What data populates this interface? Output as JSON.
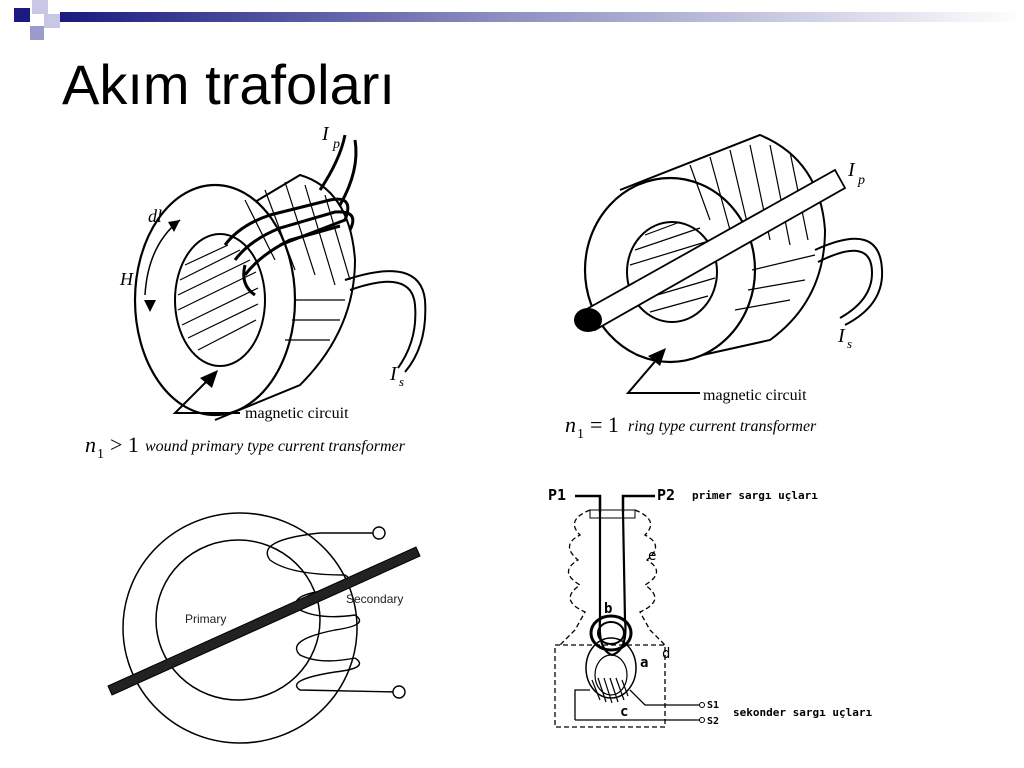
{
  "slide": {
    "title": "Akım trafoları",
    "accent": "#1a1a80"
  },
  "fig1": {
    "label_ip": "I",
    "label_ip_sub": "p",
    "label_dl": "dl",
    "label_h": "H",
    "label_is": "I",
    "label_is_sub": "s",
    "magnetic": "magnetic circuit",
    "cap_n": "n",
    "cap_n_sub": "1",
    "cap_rel": "> 1",
    "cap_text": "wound primary type current transformer"
  },
  "fig2": {
    "label_ip": "I",
    "label_ip_sub": "p",
    "label_is": "I",
    "label_is_sub": "s",
    "magnetic": "magnetic circuit",
    "cap_n": "n",
    "cap_n_sub": "1",
    "cap_rel": "= 1",
    "cap_text": "ring type current transformer"
  },
  "fig3": {
    "primary": "Primary",
    "secondary": "Secondary"
  },
  "fig4": {
    "p1": "P1",
    "p2": "P2",
    "primer": "primer sargı uçları",
    "e": "e",
    "b": "b",
    "a": "a",
    "d": "d",
    "c": "c",
    "s1": "S1",
    "s2": "S2",
    "sekonder": "sekonder sargı uçları"
  }
}
